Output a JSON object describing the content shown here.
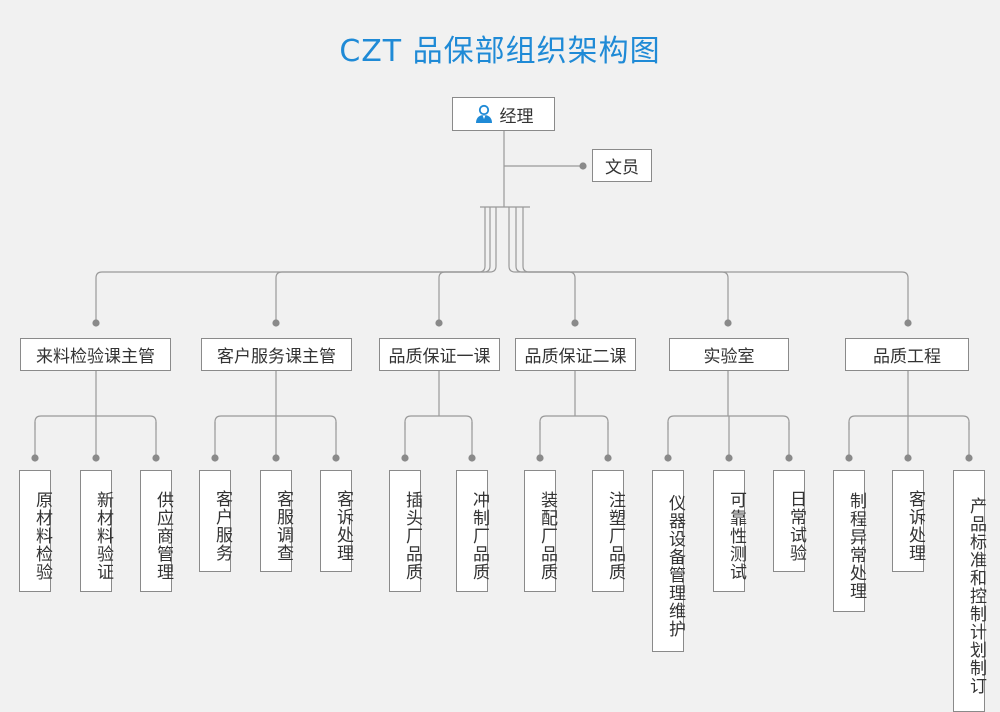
{
  "title": "CZT 品保部组织架构图",
  "manager": {
    "label": "经理",
    "icon": "user-icon"
  },
  "clerk": {
    "label": "文员"
  },
  "departments": [
    {
      "label": "来料检验课主管",
      "children": [
        "原材料检验",
        "新材料验证",
        "供应商管理"
      ]
    },
    {
      "label": "客户服务课主管",
      "children": [
        "客户服务",
        "客服调查",
        "客诉处理"
      ]
    },
    {
      "label": "品质保证一课",
      "children": [
        "插头厂品质",
        "冲制厂品质"
      ]
    },
    {
      "label": "品质保证二课",
      "children": [
        "装配厂品质",
        "注塑厂品质"
      ]
    },
    {
      "label": "实验室",
      "children": [
        "仪器设备管理维护",
        "可靠性测试",
        "日常试验"
      ]
    },
    {
      "label": "品质工程",
      "children": [
        "制程异常处理",
        "客诉处理",
        "产品标准和控制计划制订"
      ]
    }
  ],
  "colors": {
    "title": "#1f8ad6",
    "line": "#9a9a9a",
    "dot": "#8a8a8a",
    "border": "#8a8a8a",
    "icon": "#1f8ad6"
  }
}
